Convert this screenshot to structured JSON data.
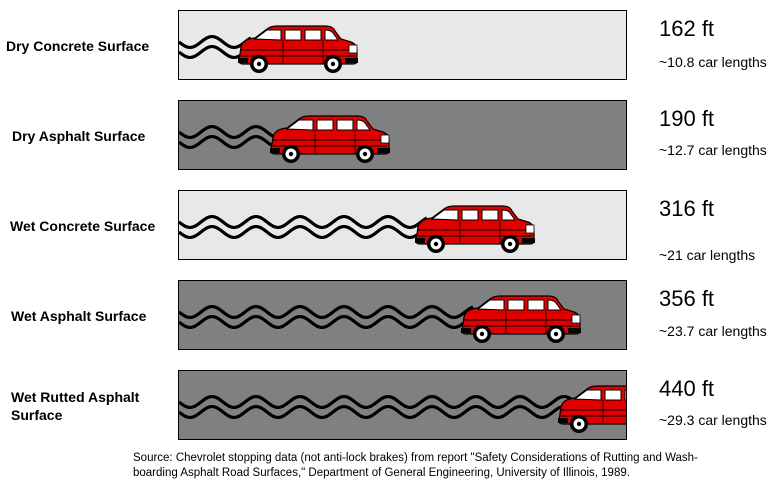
{
  "rows": [
    {
      "label": "Dry Concrete Surface",
      "distance": "162 ft",
      "car_lengths": "~10.8 car lengths",
      "surface_color": "#e8e8e8",
      "distance_ft": 162
    },
    {
      "label": "Dry Asphalt Surface",
      "distance": "190 ft",
      "car_lengths": "~12.7 car lengths",
      "surface_color": "#808080",
      "distance_ft": 190
    },
    {
      "label": "Wet Concrete Surface",
      "distance": "316 ft",
      "car_lengths": "~21 car lengths",
      "surface_color": "#e8e8e8",
      "distance_ft": 316
    },
    {
      "label": "Wet Asphalt Surface",
      "distance": "356 ft",
      "car_lengths": "~23.7 car lengths",
      "surface_color": "#808080",
      "distance_ft": 356
    },
    {
      "label": "Wet Rutted Asphalt Surface",
      "distance": "440 ft",
      "car_lengths": "~29.3 car lengths",
      "surface_color": "#808080",
      "distance_ft": 440
    }
  ],
  "source_line1": "Source: Chevrolet stopping data (not anti-lock brakes) from report \"Safety Considerations of Rutting and Wash-",
  "source_line2": "boarding Asphalt Road Surfaces,\" Department of General Engineering, University of Illinois, 1989.",
  "colors": {
    "car_body": "#e00000",
    "skid_marks": "#000000",
    "white_stripe": "#ffffff"
  }
}
